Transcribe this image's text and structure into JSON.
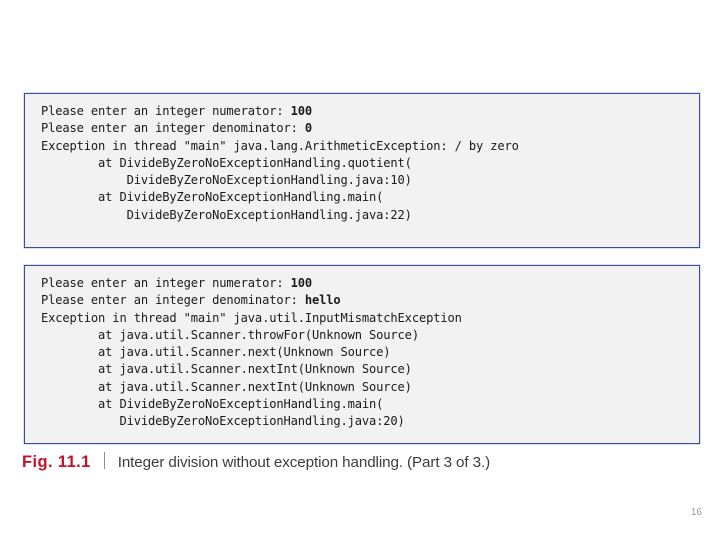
{
  "slide": {
    "page_number": "16",
    "background_color": "#ffffff"
  },
  "colors": {
    "box_border": "#3b4ba0",
    "box_fill": "#f2f2f2",
    "caption_label": "#c41230",
    "caption_text": "#3d3d3d",
    "page_number": "#9a9a9a",
    "console_text": "#1a1a1a"
  },
  "console_outputs": [
    {
      "name": "arithmetic-exception-output",
      "lines": [
        {
          "text": "Please enter an integer numerator: ",
          "bold_suffix": "100"
        },
        {
          "text": "Please enter an integer denominator: ",
          "bold_suffix": "0"
        },
        {
          "text": "Exception in thread \"main\" java.lang.ArithmeticException: / by zero",
          "bold_suffix": ""
        },
        {
          "text": "        at DivideByZeroNoExceptionHandling.quotient(",
          "bold_suffix": ""
        },
        {
          "text": "            DivideByZeroNoExceptionHandling.java:10)",
          "bold_suffix": ""
        },
        {
          "text": "        at DivideByZeroNoExceptionHandling.main(",
          "bold_suffix": ""
        },
        {
          "text": "            DivideByZeroNoExceptionHandling.java:22)",
          "bold_suffix": ""
        }
      ]
    },
    {
      "name": "input-mismatch-exception-output",
      "lines": [
        {
          "text": "Please enter an integer numerator: ",
          "bold_suffix": "100"
        },
        {
          "text": "Please enter an integer denominator: ",
          "bold_suffix": "hello"
        },
        {
          "text": "Exception in thread \"main\" java.util.InputMismatchException",
          "bold_suffix": ""
        },
        {
          "text": "        at java.util.Scanner.throwFor(Unknown Source)",
          "bold_suffix": ""
        },
        {
          "text": "        at java.util.Scanner.next(Unknown Source)",
          "bold_suffix": ""
        },
        {
          "text": "        at java.util.Scanner.nextInt(Unknown Source)",
          "bold_suffix": ""
        },
        {
          "text": "        at java.util.Scanner.nextInt(Unknown Source)",
          "bold_suffix": ""
        },
        {
          "text": "        at DivideByZeroNoExceptionHandling.main(",
          "bold_suffix": ""
        },
        {
          "text": "           DivideByZeroNoExceptionHandling.java:20)",
          "bold_suffix": ""
        }
      ]
    }
  ],
  "caption": {
    "label": "Fig. 11.1",
    "separator": "|",
    "text": "Integer division without exception handling. (Part 3 of 3.)"
  }
}
